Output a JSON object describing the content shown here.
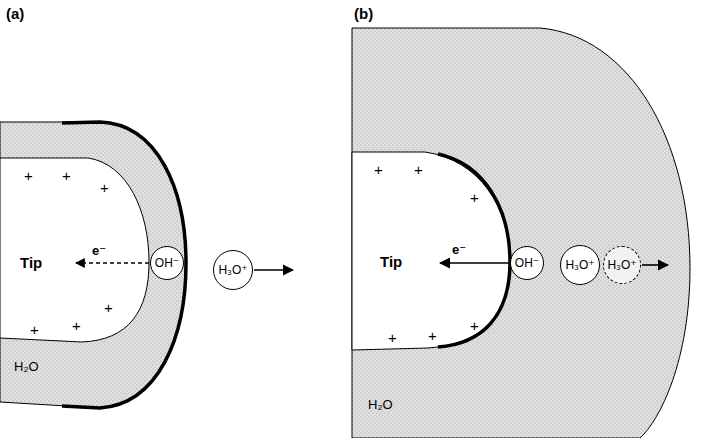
{
  "diagram": {
    "nodes": [
      {
        "text": [
          "OH⁻"
        ]
      },
      {
        "text": [
          "H₃O⁺"
        ]
      },
      {
        "text": [
          "OH⁻"
        ]
      },
      {
        "text": [
          "H₃O⁺"
        ]
      },
      {
        "text": [
          "H₃O⁺"
        ]
      }
    ],
    "labels": [
      "(a)",
      "(b)",
      "Tip",
      "Tip",
      "H₂O",
      "H₂O",
      "e⁻",
      "e⁻",
      "+",
      "+",
      "+",
      "+",
      "+",
      "+",
      "+",
      "+",
      "+",
      "+",
      "+",
      "+"
    ]
  }
}
